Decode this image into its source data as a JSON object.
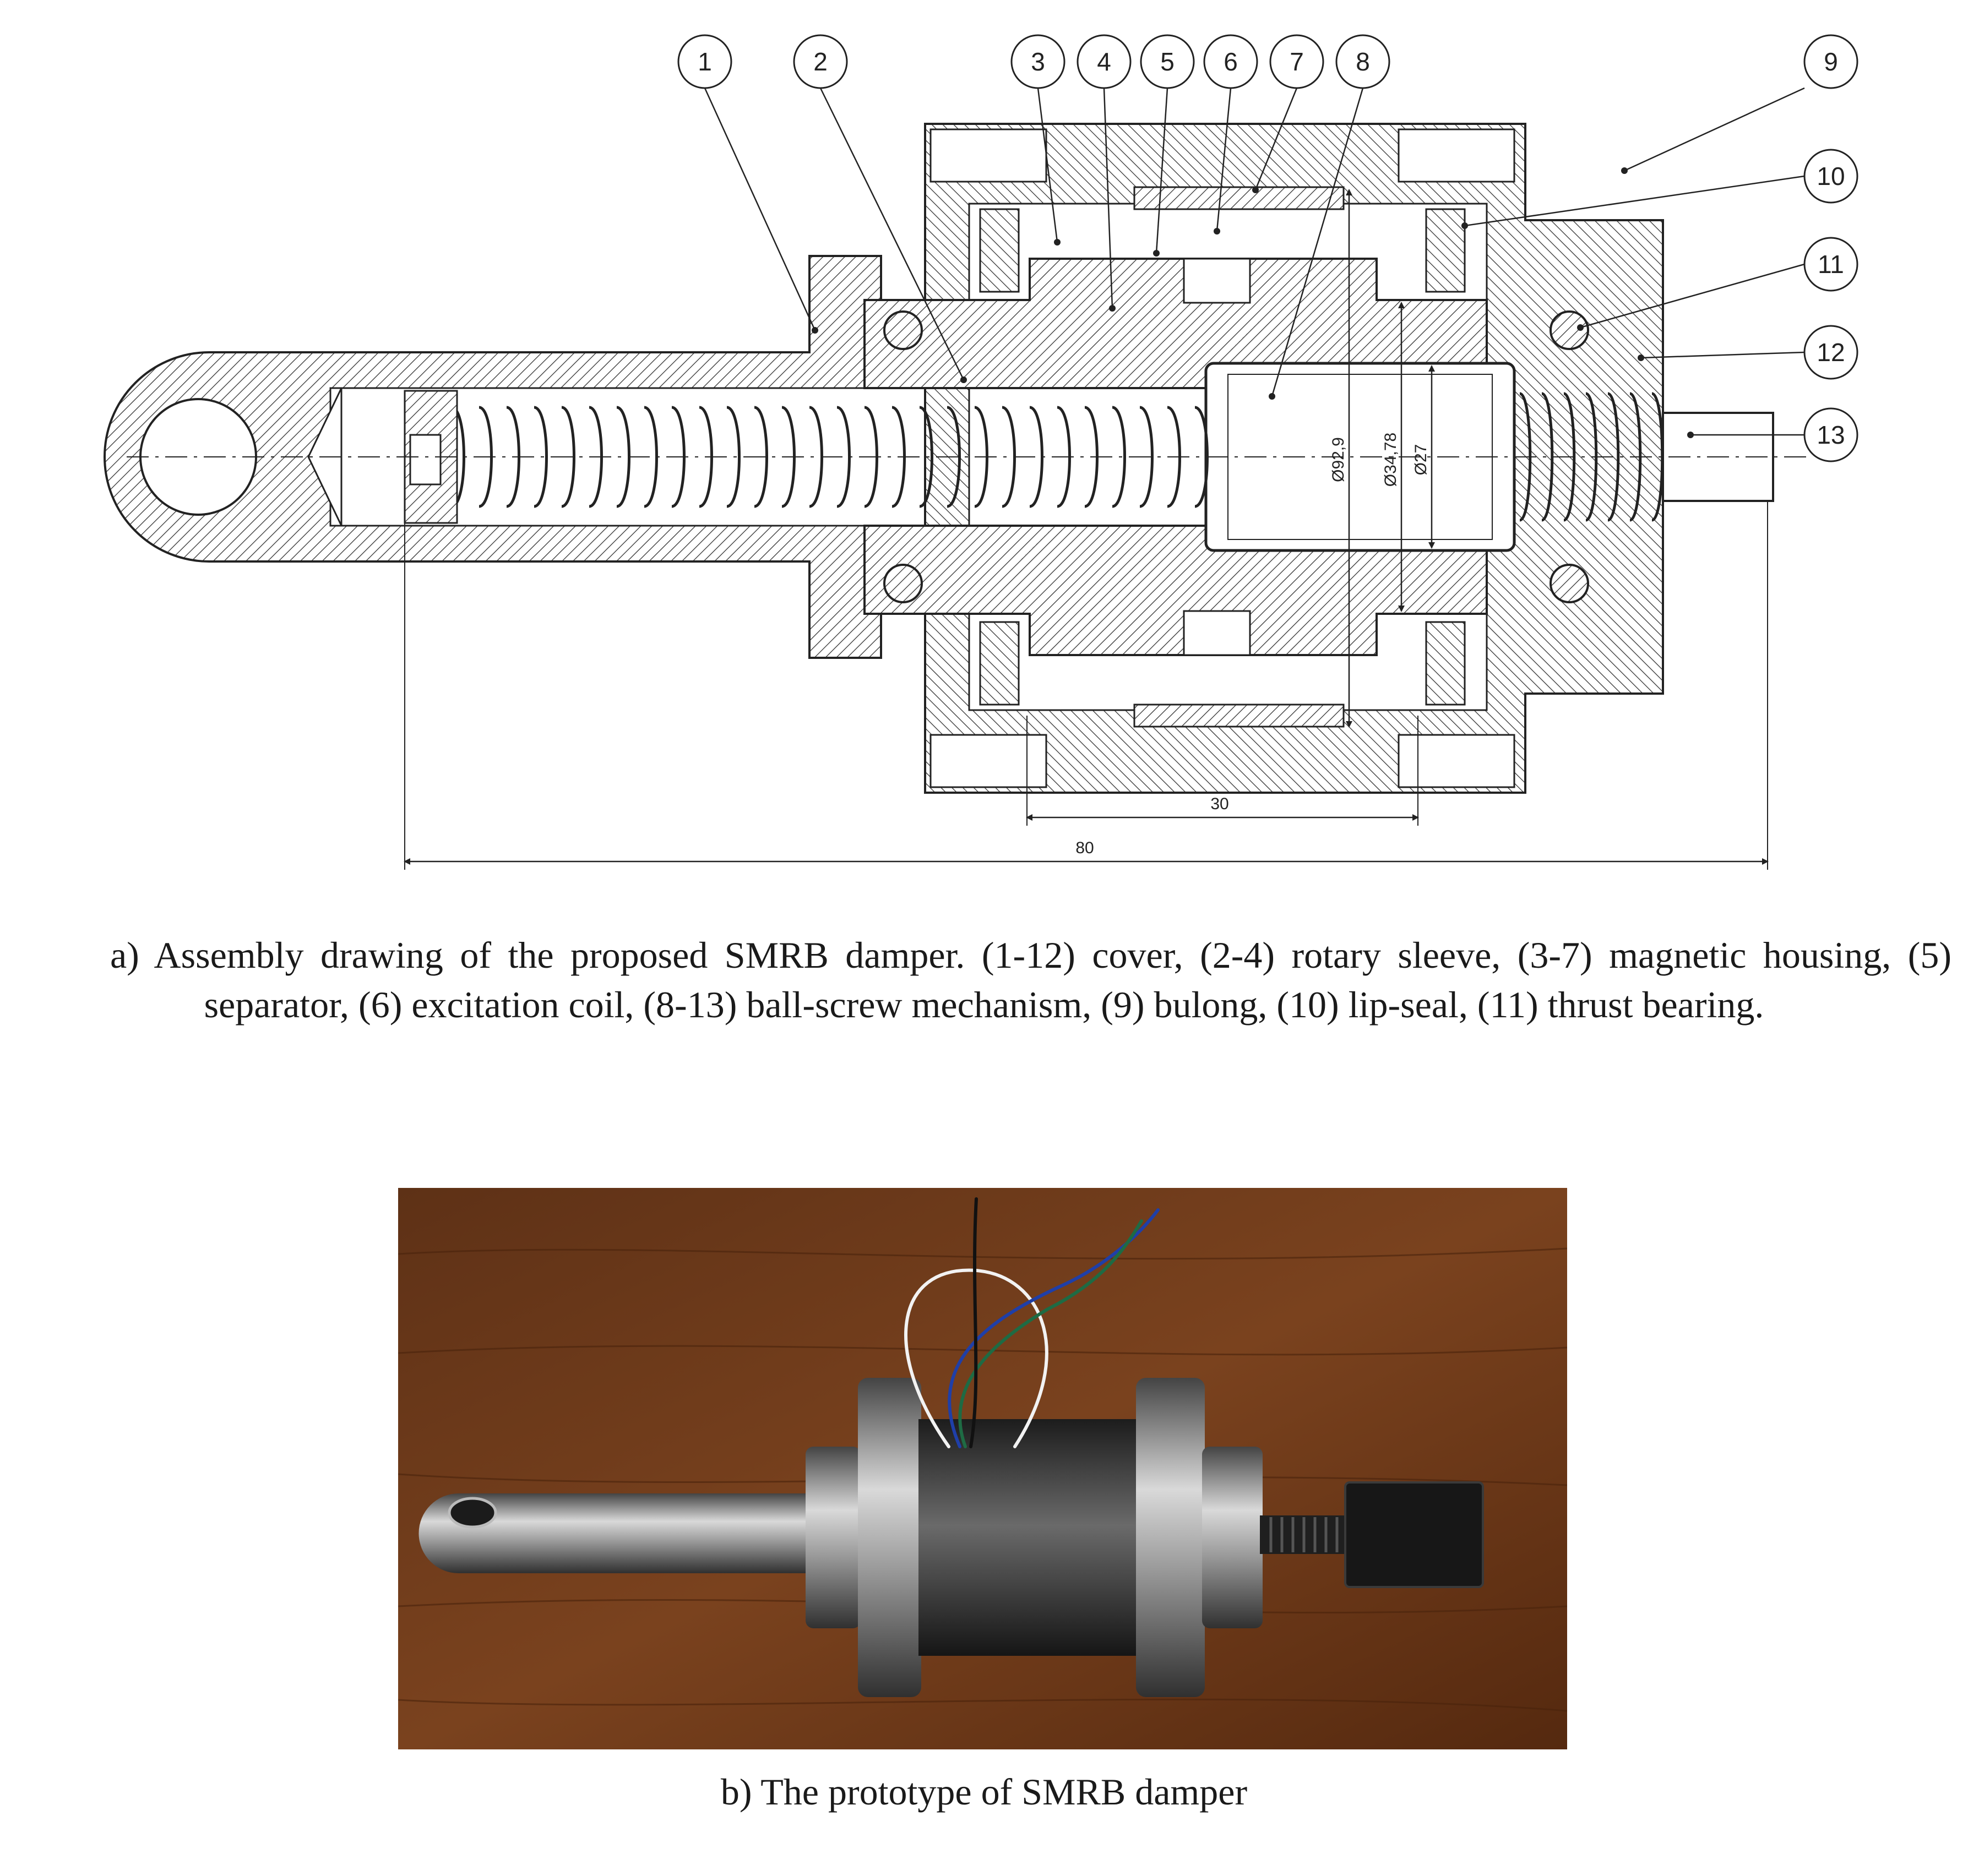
{
  "callouts": [
    "1",
    "2",
    "3",
    "4",
    "5",
    "6",
    "7",
    "8",
    "9",
    "10",
    "11",
    "12",
    "13"
  ],
  "dimensions": {
    "d_outer": "Ø92,9",
    "d_mid": "Ø34,78",
    "d_inner": "Ø27",
    "len_short": "30",
    "len_long": "80"
  },
  "caption_a": "a) Assembly drawing of the proposed SMRB damper. (1-12) cover, (2-4) rotary sleeve, (3-7) magnetic housing, (5) separator, (6) excitation coil, (8-13) ball-screw mechanism, (9) bulong, (10) lip-seal, (11) thrust bearing.",
  "caption_b": "b) The prototype of SMRB damper"
}
